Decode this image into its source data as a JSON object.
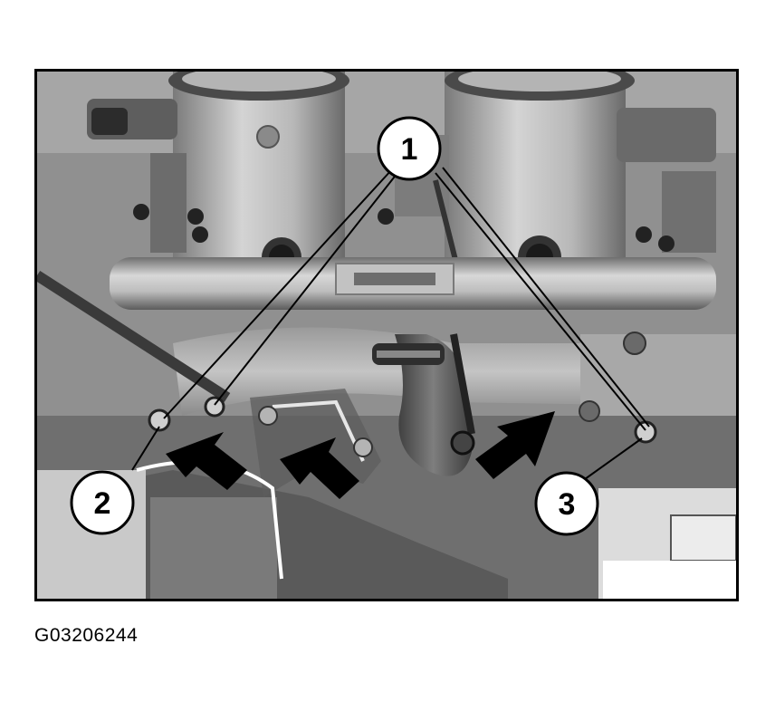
{
  "figure": {
    "id_label": "G03206244",
    "callouts": [
      {
        "label": "1"
      },
      {
        "label": "2"
      },
      {
        "label": "3"
      }
    ],
    "colors": {
      "frame": "#000000",
      "callout_fill": "#ffffff",
      "callout_stroke": "#000000",
      "arrow": "#000000"
    }
  }
}
